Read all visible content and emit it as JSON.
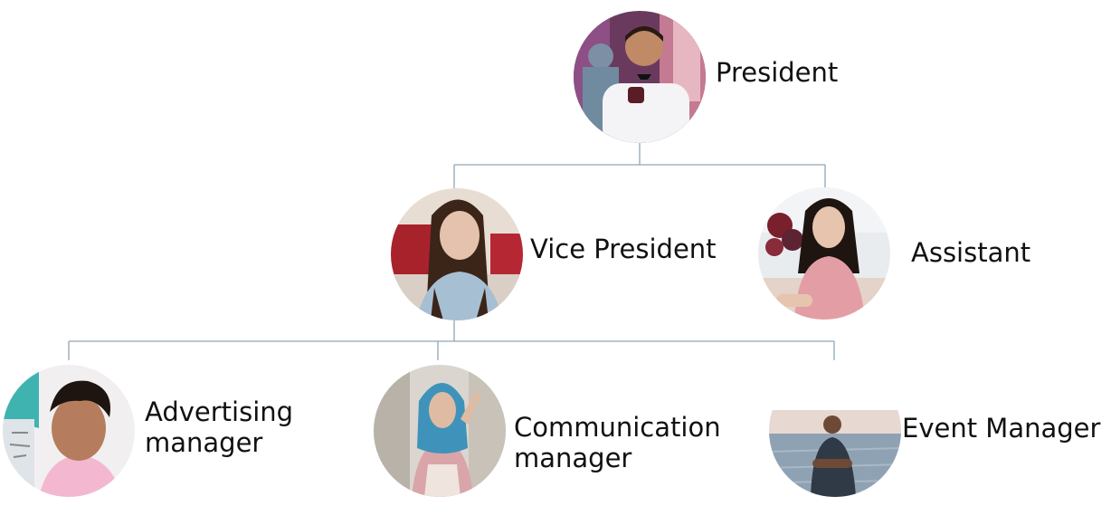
{
  "org_chart": {
    "president": {
      "label": "President"
    },
    "vice_president": {
      "label": "Vice President"
    },
    "assistant": {
      "label": "Assistant"
    },
    "advertising_manager": {
      "label_line1": "Advertising",
      "label_line2": "manager"
    },
    "communication_manager": {
      "label_line1": "Communication",
      "label_line2": "manager"
    },
    "event_manager": {
      "label": "Event Manager"
    }
  },
  "colors": {
    "connector": "#8ea6b8"
  }
}
